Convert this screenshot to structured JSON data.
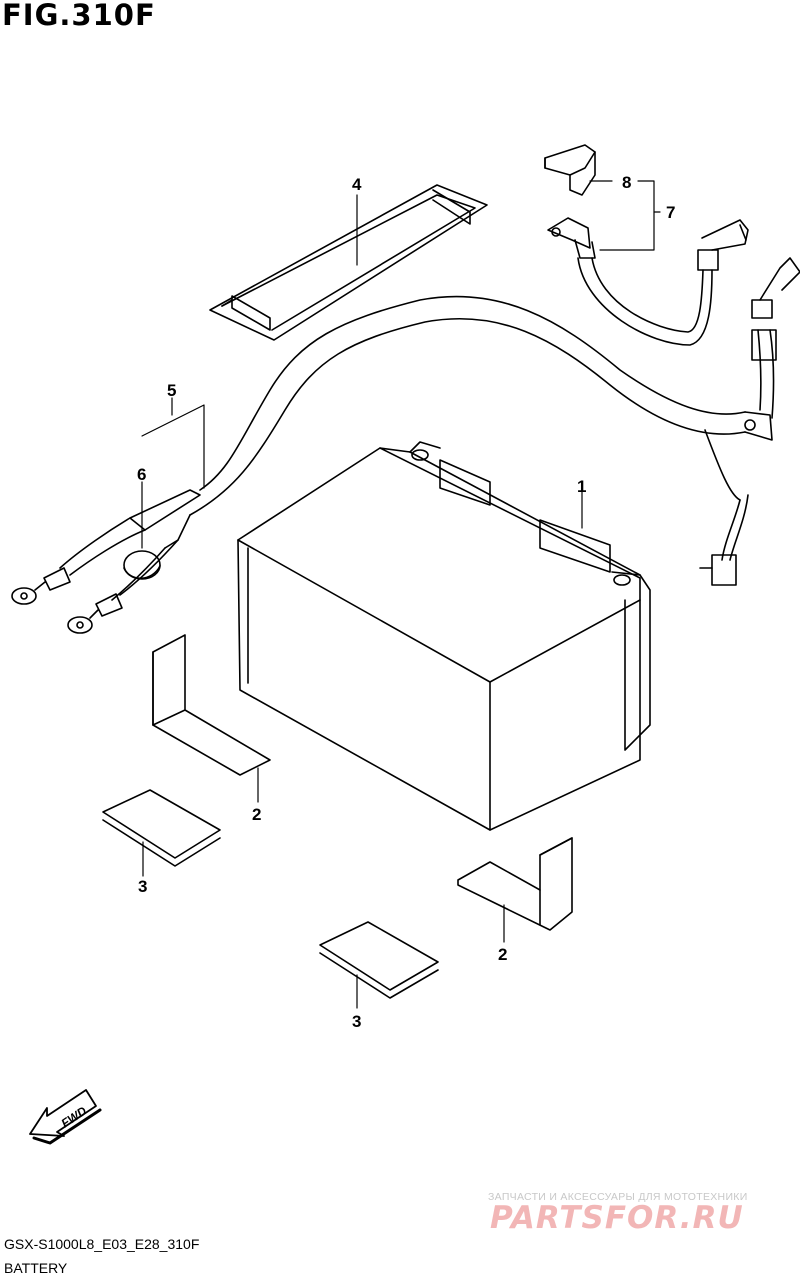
{
  "figure": {
    "title": "FIG.310F"
  },
  "callouts": {
    "c1": "1",
    "c2a": "2",
    "c2b": "2",
    "c3a": "3",
    "c3b": "3",
    "c4": "4",
    "c5": "5",
    "c6": "6",
    "c7": "7",
    "c8": "8"
  },
  "fwd_label": "FWD",
  "footer": {
    "code": "GSX-S1000L8_E03_E28_310F",
    "name": "BATTERY"
  },
  "watermark": {
    "tagline": "ЗАПЧАСТИ И АКСЕССУАРЫ ДЛЯ МОТОТЕХНИКИ",
    "brand": "PARTSFOR.RU"
  },
  "colors": {
    "line": "#000000",
    "watermark_brand": "#f2b6b6",
    "watermark_tagline": "#c8c8c8"
  }
}
